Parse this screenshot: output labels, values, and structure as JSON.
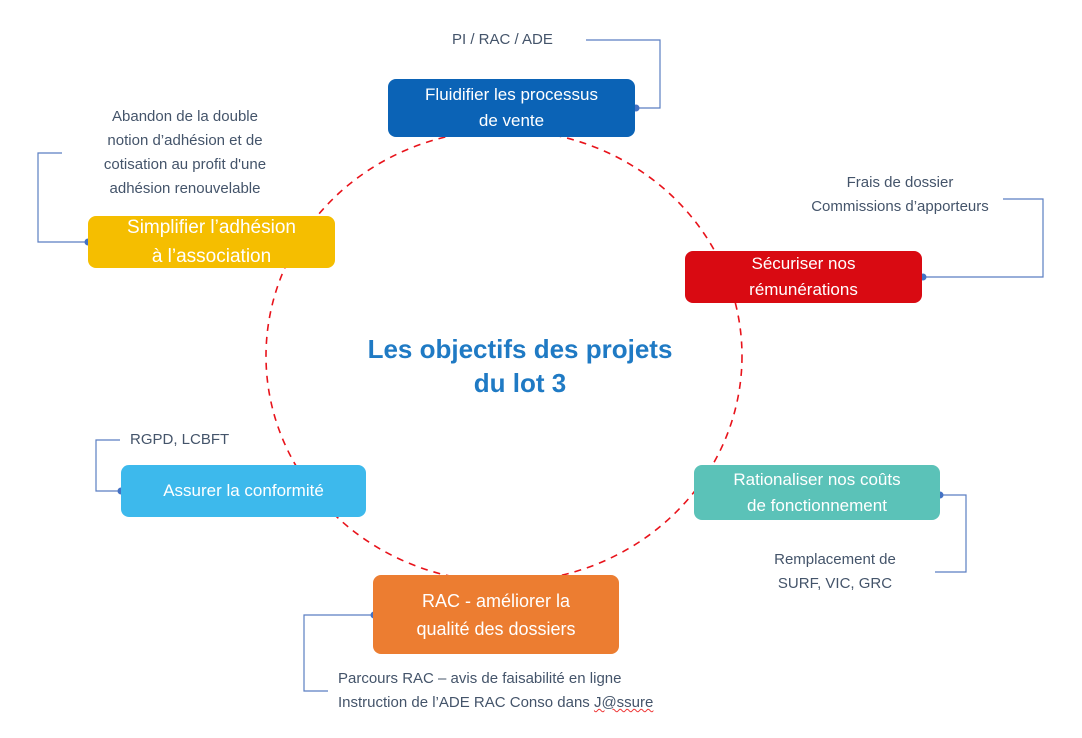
{
  "title": [
    "Les objectifs des projets",
    "du lot 3"
  ],
  "objectives": [
    {
      "label": [
        "Fluidifier les processus",
        "de vente"
      ],
      "color": "#0B63B6",
      "note": [
        "PI / RAC / ADE"
      ]
    },
    {
      "label": [
        "Simplifier l’adhésion",
        "à l’association"
      ],
      "color": "#F5BE00",
      "note": [
        "Abandon de la double",
        "notion d’adhésion et de",
        "cotisation au profit d'une",
        "adhésion renouvelable"
      ]
    },
    {
      "label": [
        "Sécuriser nos",
        "rémunérations"
      ],
      "color": "#D90A12",
      "note": [
        "Frais de dossier",
        "Commissions d’apporteurs"
      ]
    },
    {
      "label": [
        "Assurer la conformité"
      ],
      "color": "#3DB9EC",
      "note": [
        "RGPD, LCBFT"
      ]
    },
    {
      "label": [
        "Rationaliser nos coûts",
        "de fonctionnement"
      ],
      "color": "#5BC2B8",
      "note": [
        "Remplacement de",
        "SURF, VIC, GRC"
      ]
    },
    {
      "label": [
        "RAC - améliorer la",
        "qualité des dossiers"
      ],
      "color": "#EC7D31",
      "note": [
        "Parcours RAC – avis de faisabilité en ligne",
        "Instruction de l’ADE RAC Conso dans ",
        "J@ssure"
      ]
    }
  ]
}
